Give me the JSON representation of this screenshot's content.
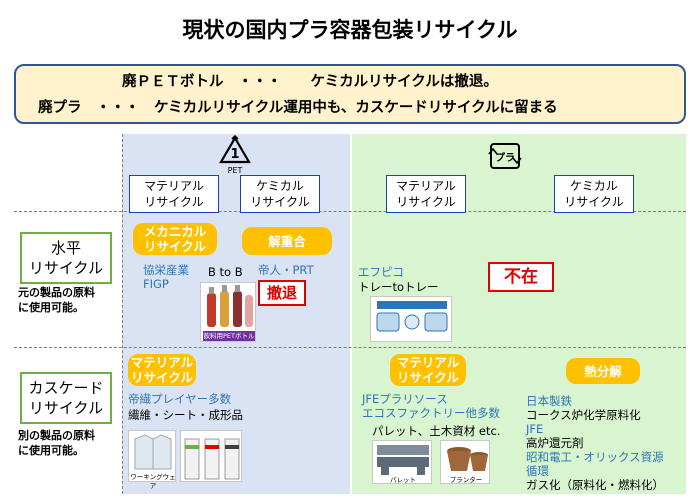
{
  "title": "現状の国内プラ容器包装リサイクル",
  "banner": {
    "line1": "廃ＰＥＴボトル　・・・　　ケミカルリサイクルは撤退。",
    "line2": "廃プラ　・・・　ケミカルリサイクル運用中も、カスケードリサイクルに留まる"
  },
  "pet_symbol": {
    "number": "1",
    "text": "PET"
  },
  "pla_symbol": {
    "text": "プラ"
  },
  "headers": {
    "pet_material": "マテリアル\nリサイクル",
    "pet_chemical": "ケミカル\nリサイクル",
    "pla_material": "マテリアル\nリサイクル",
    "pla_chemical": "ケミカル\nリサイクル"
  },
  "rows": {
    "horizontal": {
      "label": "水平\nリサイクル",
      "note": "元の製品の原料\nに使用可能。"
    },
    "cascade": {
      "label": "カスケード\nリサイクル",
      "note": "別の製品の原料\nに使用可能。"
    }
  },
  "cells": {
    "pet_mech_pill": "メカニカル\nリサイクル",
    "pet_mech_companies": "協栄産業\nFIGP",
    "b_to_b": "B to B",
    "pet_chem_pill": "解重合",
    "pet_chem_company": "帝人・PRT",
    "withdrawn": "撤退",
    "bottle_label": "飲料用PETボトル",
    "pla_h_company": "エフピコ",
    "pla_h_product": "トレーtoトレー",
    "absent": "不在",
    "pet_cascade_pill": "マテリアル\nリサイクル",
    "pet_cascade_companies": "帝繊プレイヤー多数",
    "pet_cascade_products": "繊維・シート・成形品",
    "workwear": "ワーキングウェア",
    "pla_cascade_pill": "マテリアル\nリサイクル",
    "pla_cascade_companies": "JFEプラリソース\nエコスファクトリー他多数",
    "pla_cascade_products": "パレット、土木資材 etc.",
    "pallet": "パレット",
    "planter": "プランター",
    "pyrolysis_pill": "熱分解",
    "nippon_steel": "日本製鉄",
    "nippon_steel_desc": "コークス炉化学原料化",
    "jfe": "JFE",
    "jfe_desc": "高炉還元剤",
    "showa": "昭和電工・オリックス資源\n循環",
    "showa_desc": "ガス化（原料化・燃料化）"
  },
  "colors": {
    "pill": "#ffc000",
    "header_border": "#1f3fbf",
    "row_border": "#70ad47",
    "red": "#e00000",
    "banner_bg": "#fff2cc",
    "pet_bg": "#dae3f3",
    "pla_bg": "#d8f5d0"
  }
}
